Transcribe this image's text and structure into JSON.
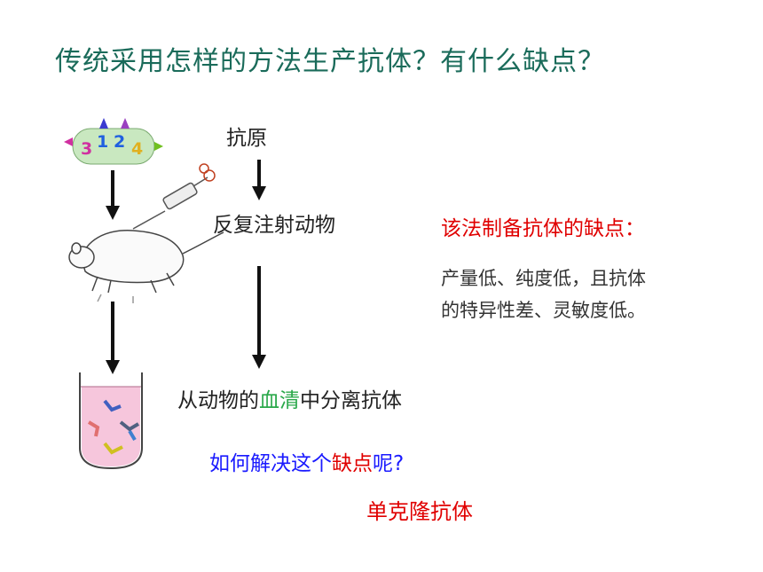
{
  "title": "传统采用怎样的方法生产抗体？有什么缺点？",
  "flow": {
    "antigen": "抗原",
    "inject": "反复注射动物",
    "separate_a": "从动物的",
    "separate_green": "血清",
    "separate_b": "中分离抗体"
  },
  "antigen_labels": [
    "3",
    "1",
    "2",
    "4"
  ],
  "drawbacks": {
    "heading": "该法制备抗体的缺点：",
    "line1": "产量低、纯度低，且抗体",
    "line2": "的特异性差、灵敏度低。"
  },
  "question": {
    "part1": "如何解决这个",
    "part_red": "缺点",
    "part2": "呢?"
  },
  "answer": "单克隆抗体"
}
